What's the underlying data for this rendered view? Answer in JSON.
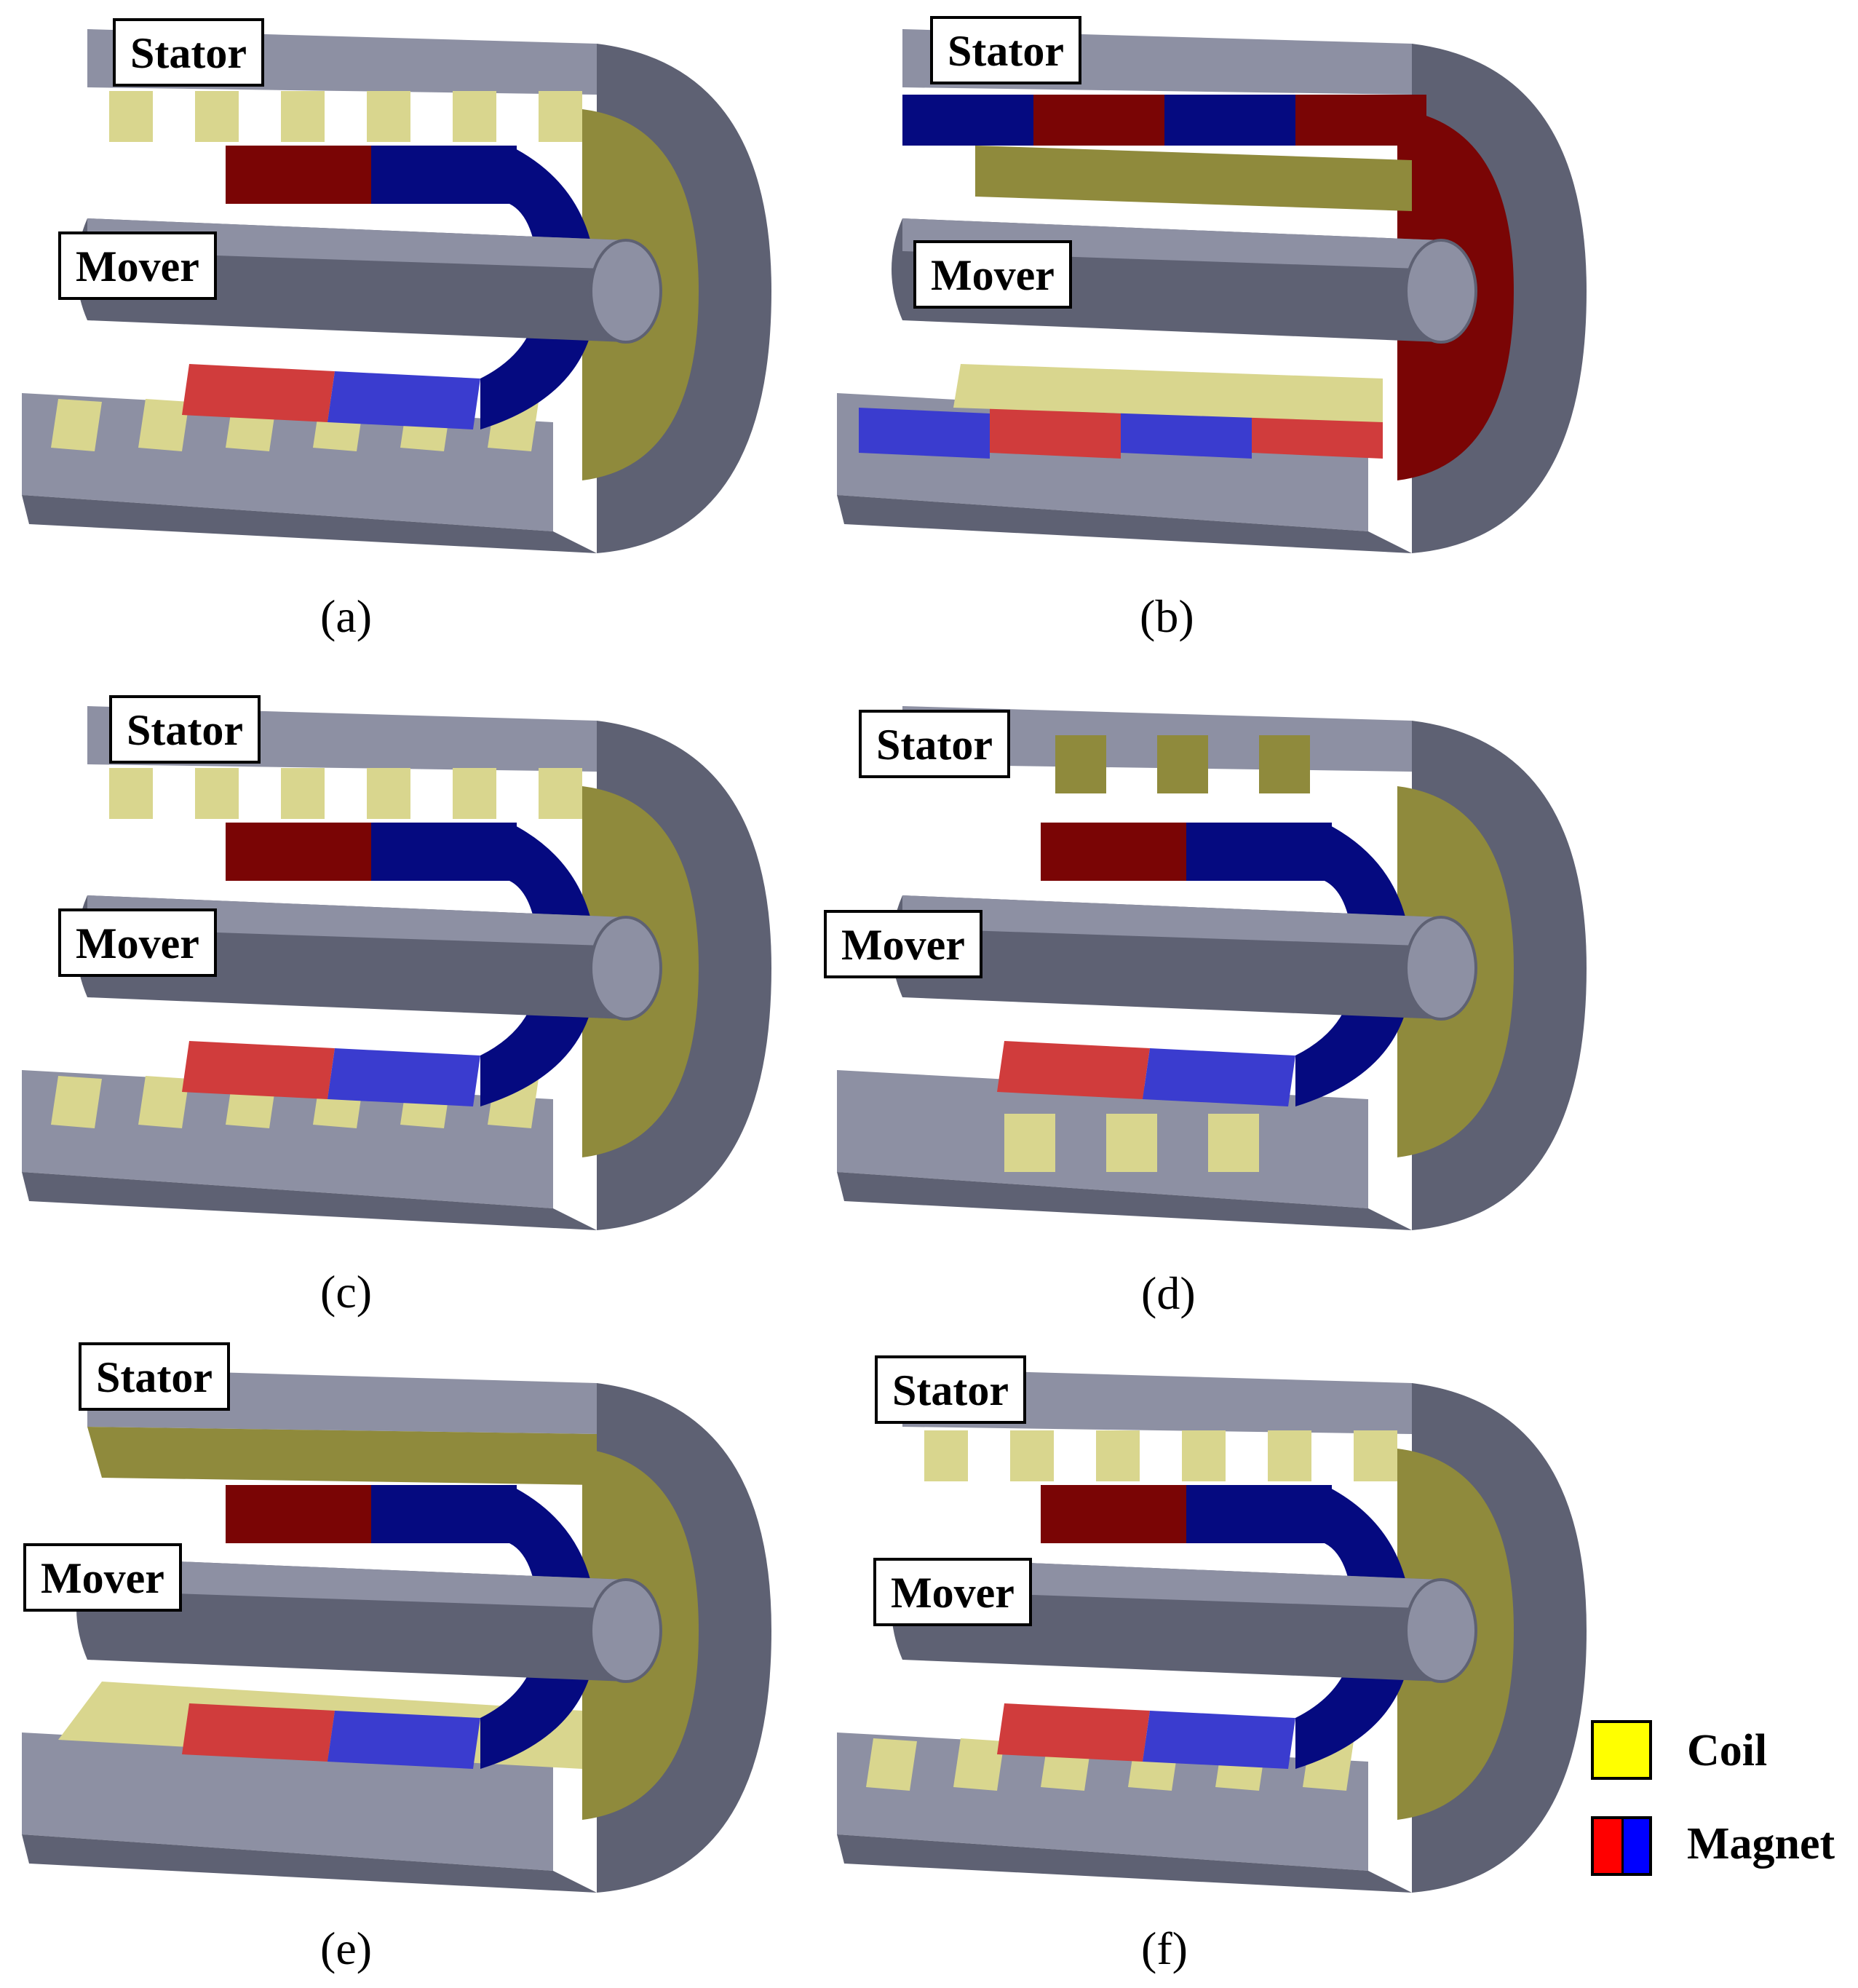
{
  "colors": {
    "steel_top": "#8d90a3",
    "steel_side": "#5e6173",
    "steel_light": "#b4b6c4",
    "coil": "#d9d68e",
    "coil_dark": "#8f8a3c",
    "magnet_red": "#d03c3c",
    "magnet_red_dark": "#7a0505",
    "magnet_blue": "#3a3ccf",
    "magnet_blue_dark": "#050a80",
    "legend_coil": "#ffff00",
    "legend_red": "#ff0000",
    "legend_blue": "#0000ff"
  },
  "panels": [
    {
      "id": "a",
      "stator_label": "Stator",
      "mover_label": "Mover",
      "caption": "(a)"
    },
    {
      "id": "b",
      "stator_label": "Stator",
      "mover_label": "Mover",
      "caption": "(b)"
    },
    {
      "id": "c",
      "stator_label": "Stator",
      "mover_label": "Mover",
      "caption": "(c)"
    },
    {
      "id": "d",
      "stator_label": "Stator",
      "mover_label": "Mover",
      "caption": "(d)"
    },
    {
      "id": "e",
      "stator_label": "Stator",
      "mover_label": "Mover",
      "caption": "(e)"
    },
    {
      "id": "f",
      "stator_label": "Stator",
      "mover_label": "Mover",
      "caption": "(f)"
    }
  ],
  "legend": {
    "coil_label": "Coil",
    "magnet_label": "Magnet"
  }
}
